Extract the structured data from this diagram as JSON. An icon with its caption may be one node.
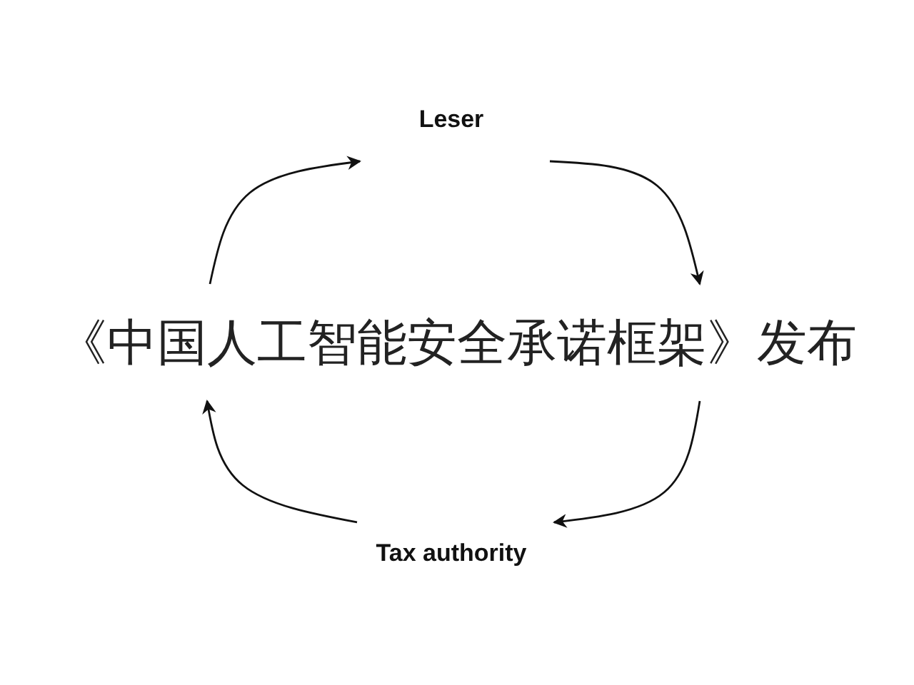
{
  "diagram": {
    "nodes": [
      {
        "text": [
          "Leser"
        ]
      },
      {
        "text": [
          "Tax authority"
        ]
      },
      {
        "text": [
          "《中国人工智能安全承诺框架》发布"
        ]
      }
    ],
    "edges": [
      {
        "from": 2,
        "to": 0,
        "arrow": "to"
      },
      {
        "from": 0,
        "to": 2,
        "arrow": "to"
      },
      {
        "from": 2,
        "to": 1,
        "arrow": "to"
      },
      {
        "from": 1,
        "to": 2,
        "arrow": "to"
      }
    ]
  }
}
